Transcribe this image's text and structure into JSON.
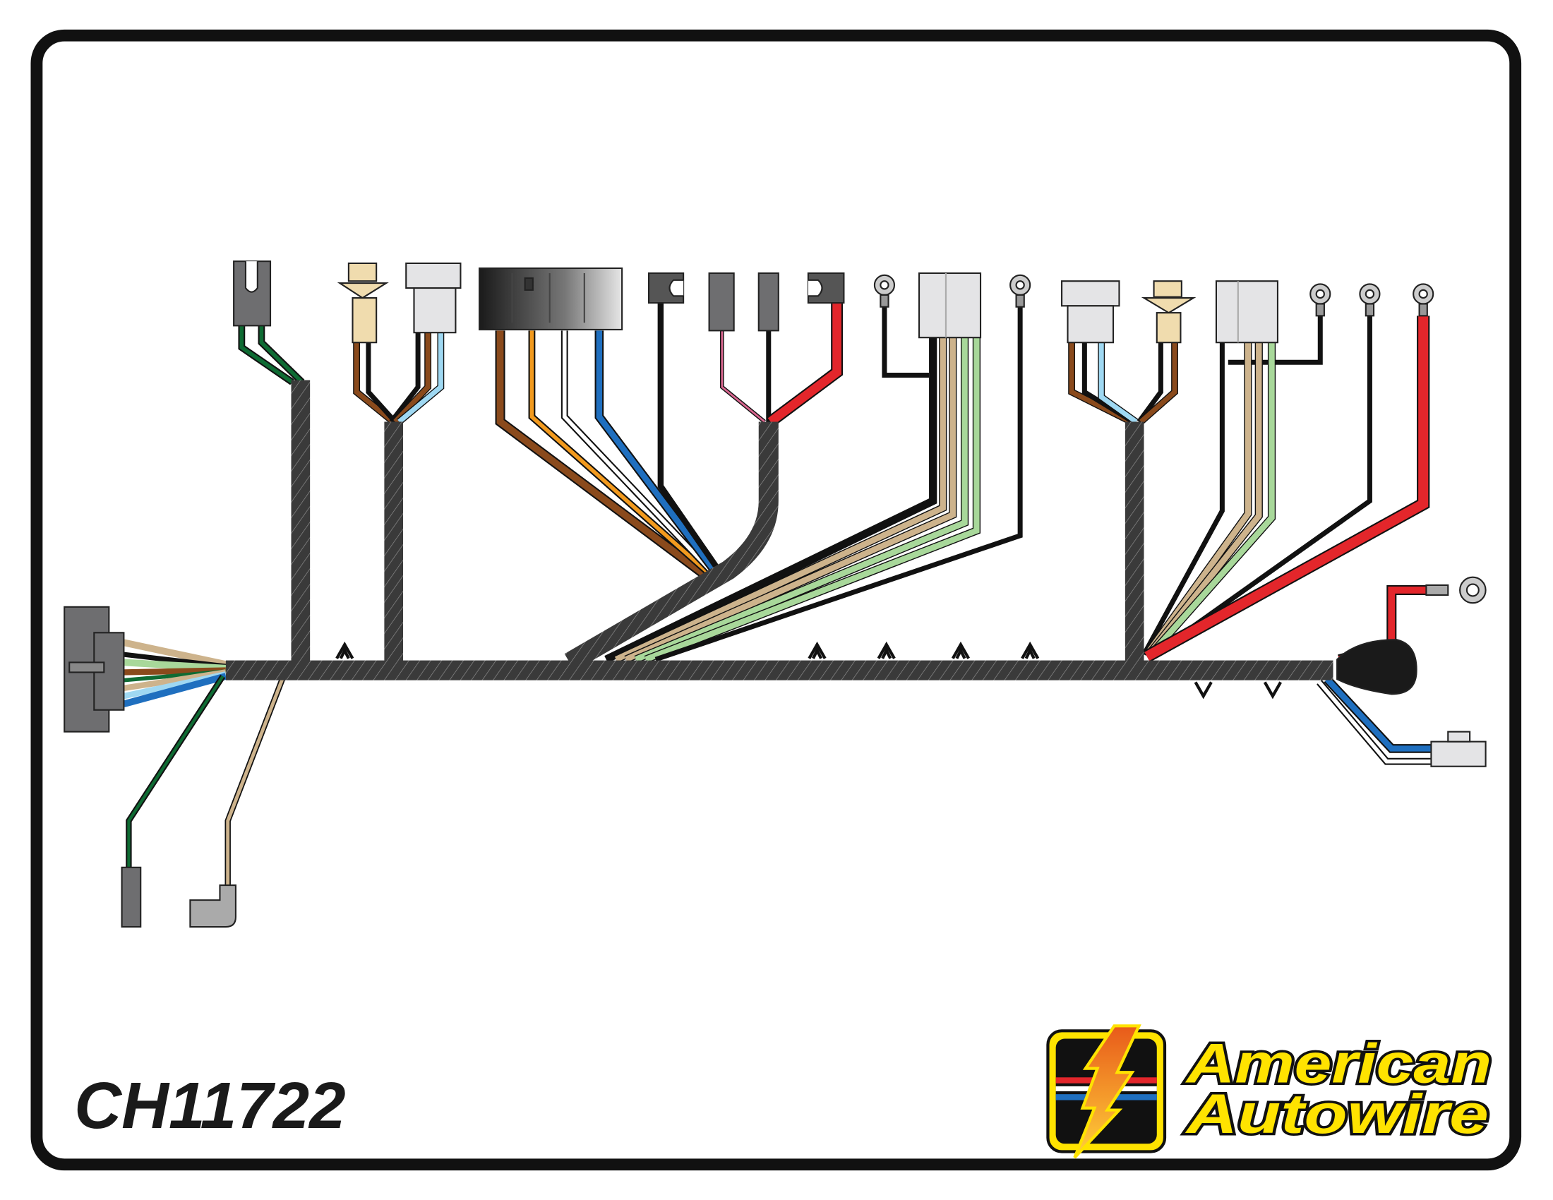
{
  "diagram": {
    "part_number": "CH11722",
    "brand": {
      "line1": "American",
      "line2": "Autowire"
    }
  },
  "colors": {
    "loom": "#3a3a3a",
    "black": "#111111",
    "brown": "#8a4a1c",
    "orange": "#f29a1e",
    "white": "#ffffff",
    "blue": "#1f6fbf",
    "light_blue": "#9fd8f2",
    "green": "#0e6b33",
    "light_green": "#a8d89a",
    "tan": "#cdb38c",
    "pink": "#d9668f",
    "red": "#e3262b",
    "connector_gray": "#6e6e70",
    "connector_white": "#e4e4e6",
    "connector_tan": "#f0dcae",
    "logo_yellow": "#ffe300"
  }
}
